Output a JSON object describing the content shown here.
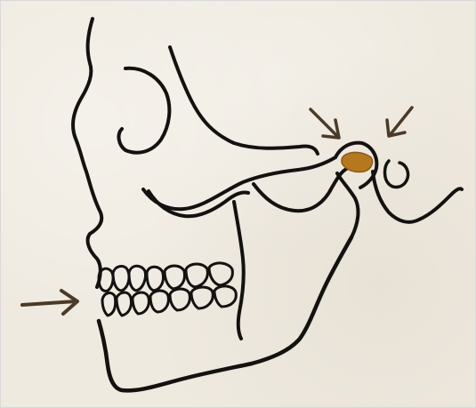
{
  "colors": {
    "paper": "#efeae0",
    "ink": "#141210",
    "arrow_ink": "#4a3a28",
    "joint_disc": "#b5781f"
  },
  "illustration": {
    "subject": "skull-side-profile-sketch",
    "arrows": {
      "count": 3,
      "pointing_at": [
        "teeth",
        "jaw-joint",
        "jaw-joint"
      ]
    }
  }
}
